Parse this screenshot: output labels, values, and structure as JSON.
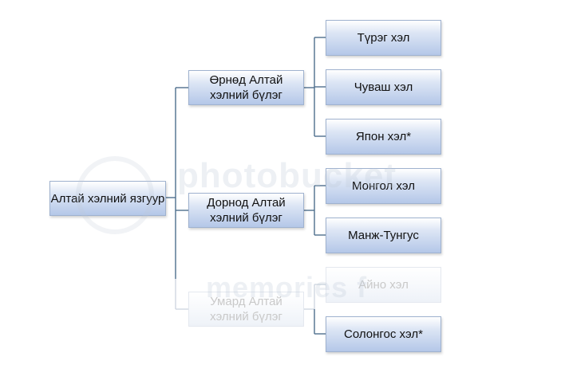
{
  "diagram": {
    "root": {
      "label": "Алтай хэлний язгуур"
    },
    "branches": [
      {
        "label": "Өрнөд Алтай хэлний бүлэг",
        "children": [
          "Түрэг хэл",
          "Чуваш хэл",
          "Япон хэл*"
        ]
      },
      {
        "label": "Дорнод Алтай хэлний бүлэг",
        "children": [
          "Монгол хэл",
          "Манж-Тунгус"
        ]
      },
      {
        "label": "Умард Алтай хэлний бүлэг",
        "children": [
          "Айно хэл",
          "Солонгос хэл*"
        ]
      }
    ]
  },
  "watermark": {
    "text1": "photobucket",
    "text2": "memories f"
  }
}
